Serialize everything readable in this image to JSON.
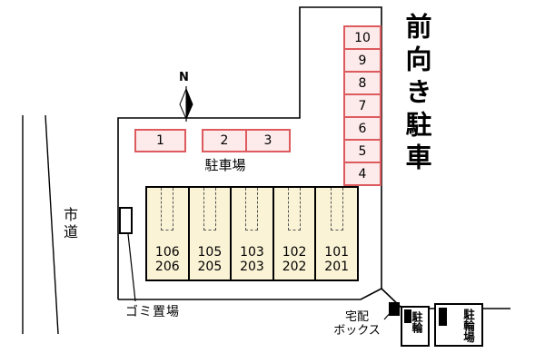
{
  "title": "前向き駐車",
  "north_label": "N",
  "road_label": "市道",
  "parking_lot_label": "駐車場",
  "garbage_label": "ゴミ置場",
  "delivery_label_line1": "宅配",
  "delivery_label_line2": "ボックス",
  "bike_box_small": "駐輪",
  "bike_box_large": "駐輪場",
  "parking_column": [
    "10",
    "9",
    "8",
    "7",
    "6",
    "5",
    "4"
  ],
  "parking_row": [
    "1",
    "2",
    "3"
  ],
  "building": {
    "units": [
      {
        "upper": "106",
        "lower": "206"
      },
      {
        "upper": "105",
        "lower": "205"
      },
      {
        "upper": "103",
        "lower": "203"
      },
      {
        "upper": "102",
        "lower": "202"
      },
      {
        "upper": "101",
        "lower": "201"
      }
    ]
  },
  "colors": {
    "parking_fill": "#fdeaea",
    "parking_border": "#dd5a5e",
    "building_fill": "#fbf3d5",
    "line": "#000000"
  }
}
